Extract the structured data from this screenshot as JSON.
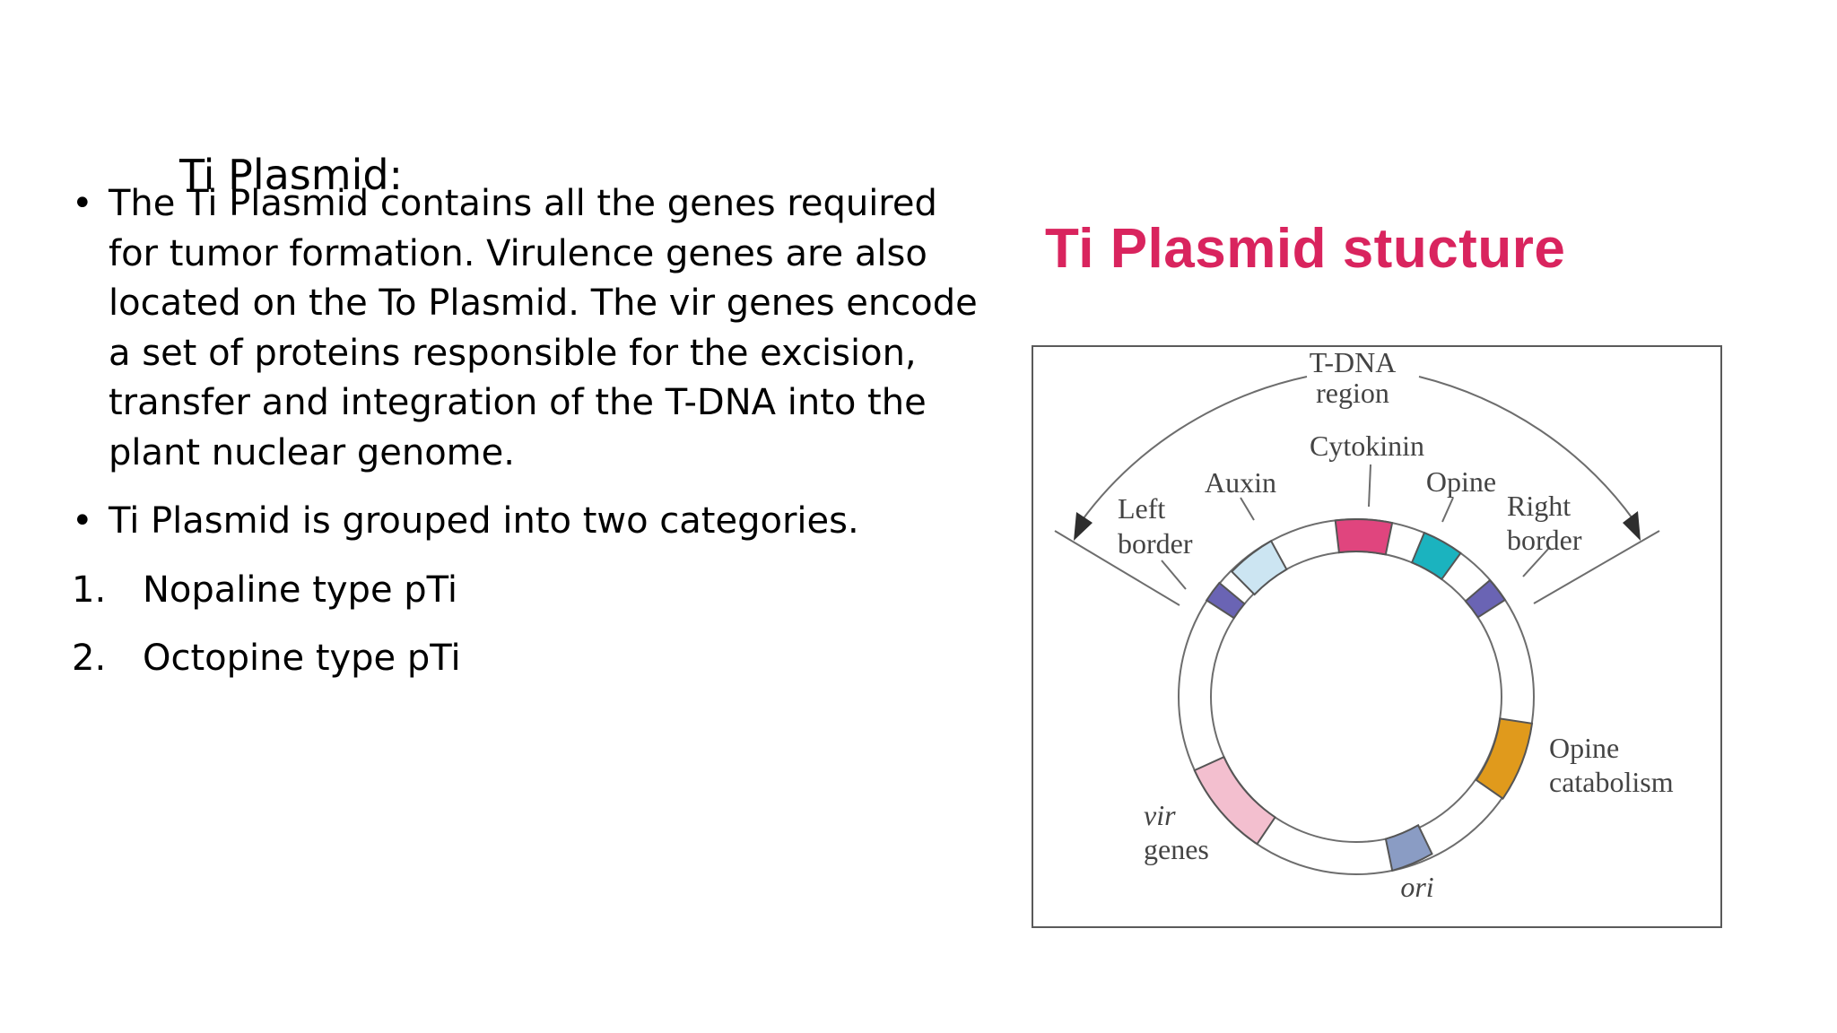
{
  "slide": {
    "title": "Ti Plasmid:",
    "bullets": [
      "The Ti Plasmid contains all the genes required for tumor formation. Virulence genes are also located on the To Plasmid. The vir genes encode a set of proteins responsible for the excision, transfer and integration of the T-DNA into the plant nuclear genome.",
      "Ti Plasmid is grouped into two categories."
    ],
    "numbered": [
      {
        "num": "1.",
        "text": "Nopaline type pTi"
      },
      {
        "num": "2.",
        "text": "Octopine type pTi"
      }
    ]
  },
  "diagram": {
    "title": "Ti Plasmid stucture",
    "labels": {
      "tdna_1": "T-DNA",
      "tdna_2": "region",
      "cytokinin": "Cytokinin",
      "auxin": "Auxin",
      "opine": "Opine",
      "left_1": "Left",
      "left_2": "border",
      "right_1": "Right",
      "right_2": "border",
      "opine_cat_1": "Opine",
      "opine_cat_2": "catabolism",
      "vir_1": "vir",
      "vir_2": "genes",
      "ori": "ori"
    },
    "colors": {
      "title": "#d9245e",
      "border_segments": "#6a64b4",
      "auxin": "#cce5f2",
      "cytokinin": "#e0457e",
      "opine": "#1bb3bf",
      "opine_catabolism": "#e09a1c",
      "vir_genes": "#f3bfcf",
      "ori": "#8a9cc4"
    }
  }
}
